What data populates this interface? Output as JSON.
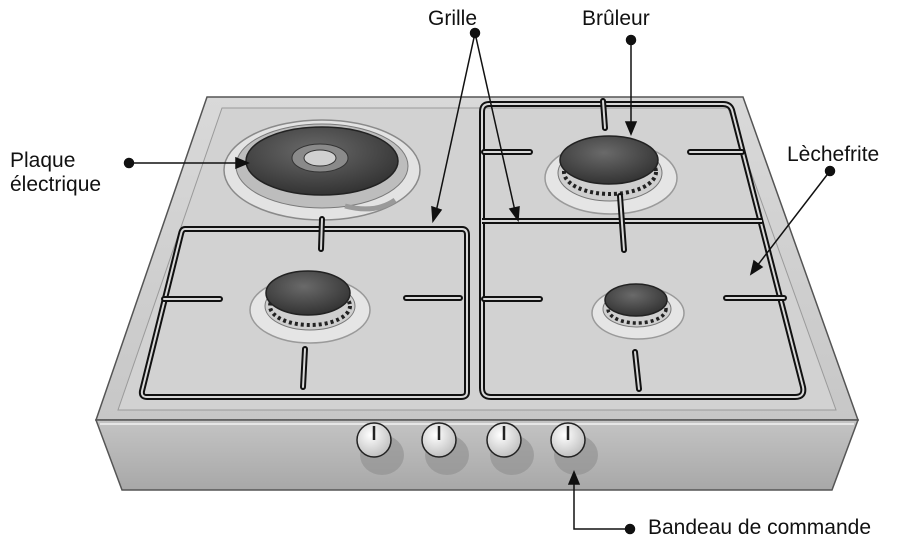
{
  "labels": {
    "grille": "Grille",
    "bruleur": "Brûleur",
    "plaque_line1": "Plaque",
    "plaque_line2": "électrique",
    "lechefrite": "Lèchefrite",
    "bandeau": "Bandeau de commande"
  },
  "colors": {
    "line": "#111111",
    "surface": "#cfcfcf",
    "surface_dark": "#a9a9a9",
    "grid": "#1a1a1a",
    "burner": "#4a4a4a"
  }
}
